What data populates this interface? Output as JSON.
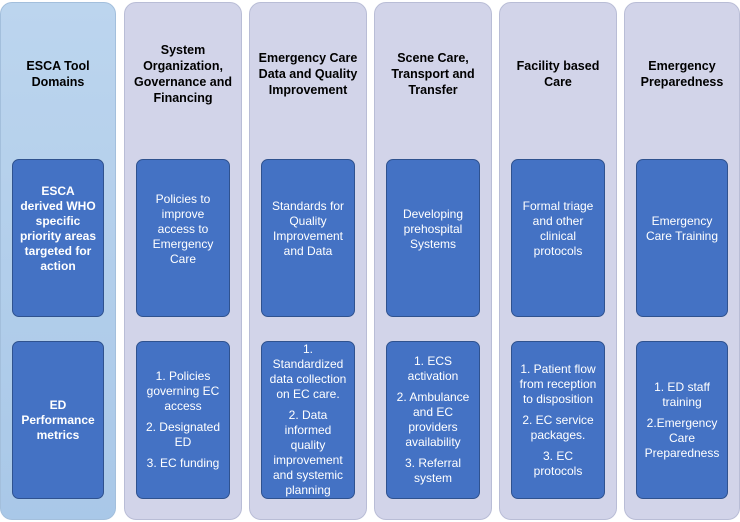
{
  "columns": [
    {
      "header": "ESCA Tool Domains",
      "priority": "ESCA derived WHO specific priority areas targeted for action",
      "metrics": [
        "ED Performance metrics"
      ]
    },
    {
      "header": "System Organization, Governance and Financing",
      "priority": "Policies to improve access to Emergency Care",
      "metrics": [
        "1. Policies governing EC access",
        "2. Designated ED",
        "3. EC funding"
      ]
    },
    {
      "header": "Emergency Care Data and Quality Improvement",
      "priority": "Standards for Quality Improvement and Data",
      "metrics": [
        "1. Standardized data collection on EC care.",
        "2. Data informed quality improvement and systemic planning"
      ]
    },
    {
      "header": "Scene Care, Transport and Transfer",
      "priority": "Developing prehospital Systems",
      "metrics": [
        "1. ECS activation",
        "2. Ambulance and EC providers availability",
        "3. Referral system"
      ]
    },
    {
      "header": "Facility based Care",
      "priority": "Formal triage and other clinical protocols",
      "metrics": [
        "1. Patient flow from reception to disposition",
        "2. EC service packages.",
        "3. EC protocols"
      ]
    },
    {
      "header": "Emergency Preparedness",
      "priority": "Emergency Care Training",
      "metrics": [
        "1. ED staff training",
        "2.Emergency Care Preparedness"
      ]
    }
  ]
}
